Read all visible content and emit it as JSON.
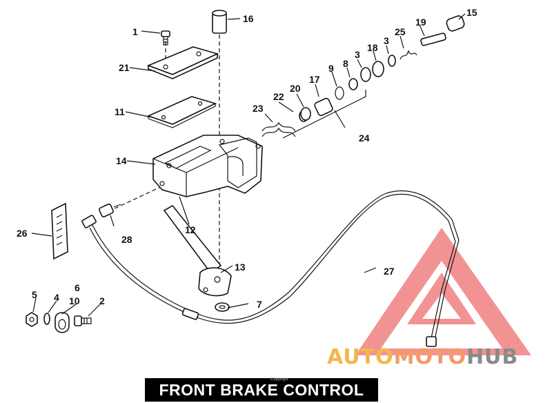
{
  "title": "FRONT BRAKE CONTROL",
  "copyright": "Copyright",
  "watermark": {
    "part1": "AUTO",
    "part2": "MOTO",
    "part3": "HUB",
    "color": "#e85a5a"
  },
  "callouts": {
    "c1": "1",
    "c2": "2",
    "c3a": "3",
    "c3b": "3",
    "c4": "4",
    "c5": "5",
    "c6": "6",
    "c7": "7",
    "c8": "8",
    "c9": "9",
    "c10": "10",
    "c11": "11",
    "c12": "12",
    "c13": "13",
    "c14": "14",
    "c15": "15",
    "c16": "16",
    "c17": "17",
    "c18": "18",
    "c19": "19",
    "c20": "20",
    "c21": "21",
    "c22": "22",
    "c23": "23",
    "c24": "24",
    "c25": "25",
    "c26": "26",
    "c27": "27",
    "c28": "28"
  }
}
